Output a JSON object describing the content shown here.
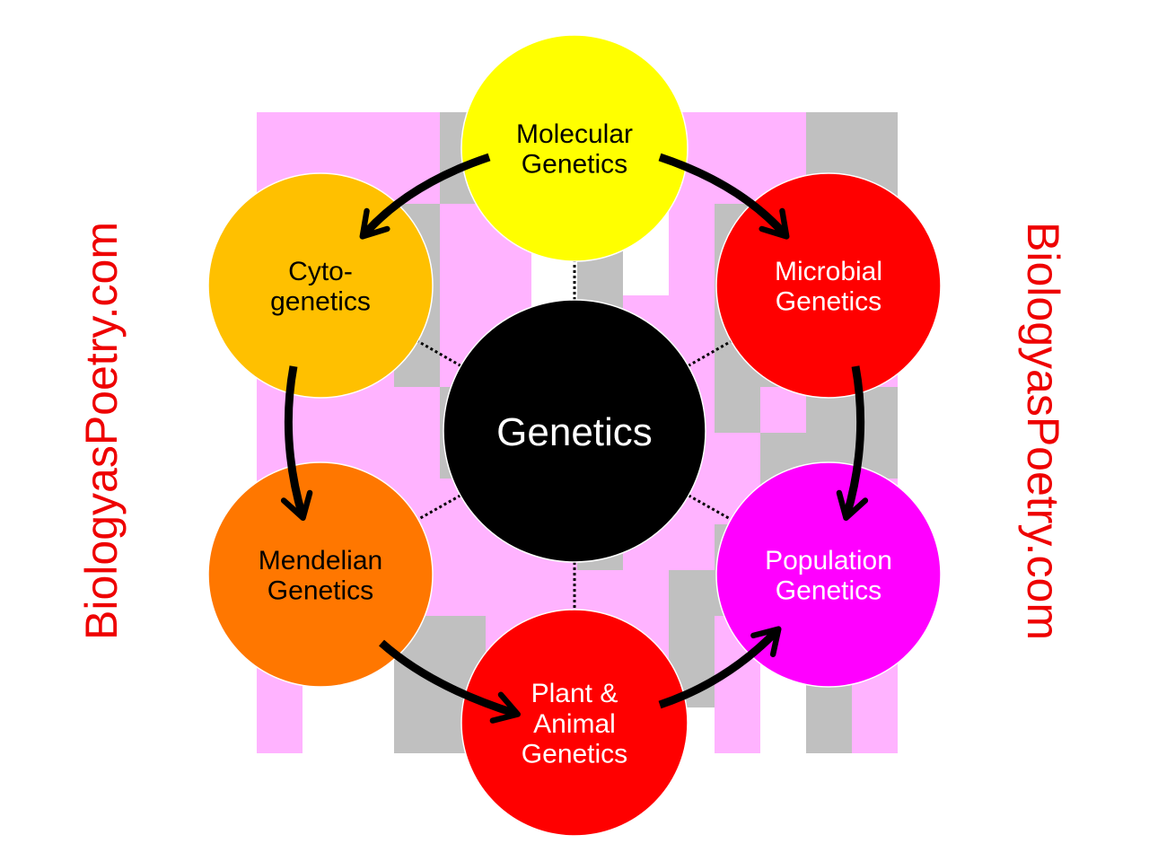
{
  "watermark": {
    "left": "BiologyasPoetry.com",
    "right": "BiologyasPoetry.com",
    "color": "#EE0000"
  },
  "background_pattern": {
    "colors": {
      "P": "#FFB3FF",
      "G": "#C0C0C0",
      "W": "#FFFFFF"
    },
    "rows": [
      "PPPPGGPPGPPPGGP",
      "PPPPGGPPGPPPGGP",
      "PWWGPPWGWPGWGPP",
      "PWWGPPWGWPGWGPP",
      "PPPGPPWGPPGGGPP",
      "PPPGPPWGPPGGGPP",
      "PPPPGGWGPPGPGGG",
      "PPPPGGPGPPPGGGG",
      "PPPPPPPGPPPGWPG",
      "PPPPPPPGPPGWWPP",
      "PPWPPPPPPGGWGPP",
      "PPWGGPPPPGPWGPW",
      "PWWGGGGGPGPWGPW",
      "PWWGGGGGPWPWGPW"
    ]
  },
  "center": {
    "label": "Genetics",
    "fill": "#000000",
    "text_color": "#FFFFFF"
  },
  "nodes": [
    {
      "id": "molecular",
      "lines": [
        "Molecular",
        "Genetics"
      ],
      "fill": "#FFFF00",
      "text_color": "#000000"
    },
    {
      "id": "microbial",
      "lines": [
        "Microbial",
        "Genetics"
      ],
      "fill": "#FF0000",
      "text_color": "#FFFFFF"
    },
    {
      "id": "population",
      "lines": [
        "Population",
        "Genetics"
      ],
      "fill": "#FF00FF",
      "text_color": "#FFFFFF"
    },
    {
      "id": "plant-animal",
      "lines": [
        "Plant &",
        "Animal",
        "Genetics"
      ],
      "fill": "#FF0000",
      "text_color": "#FFFFFF"
    },
    {
      "id": "mendelian",
      "lines": [
        "Mendelian",
        "Genetics"
      ],
      "fill": "#FF7700",
      "text_color": "#000000"
    },
    {
      "id": "cyto",
      "lines": [
        "Cyto-",
        "genetics"
      ],
      "fill": "#FFC000",
      "text_color": "#000000"
    }
  ],
  "arrows": [
    {
      "from": "molecular",
      "to": "cyto"
    },
    {
      "from": "molecular",
      "to": "microbial"
    },
    {
      "from": "cyto",
      "to": "mendelian"
    },
    {
      "from": "microbial",
      "to": "population"
    },
    {
      "from": "mendelian",
      "to": "plant-animal"
    },
    {
      "from": "plant-animal",
      "to": "population"
    }
  ],
  "connectors": [
    {
      "from": "center",
      "to": "molecular",
      "style": "dotted"
    },
    {
      "from": "center",
      "to": "cyto",
      "style": "dotted"
    },
    {
      "from": "center",
      "to": "microbial",
      "style": "dotted"
    },
    {
      "from": "center",
      "to": "mendelian",
      "style": "dotted"
    },
    {
      "from": "center",
      "to": "population",
      "style": "dotted"
    },
    {
      "from": "center",
      "to": "plant-animal",
      "style": "dotted"
    }
  ]
}
